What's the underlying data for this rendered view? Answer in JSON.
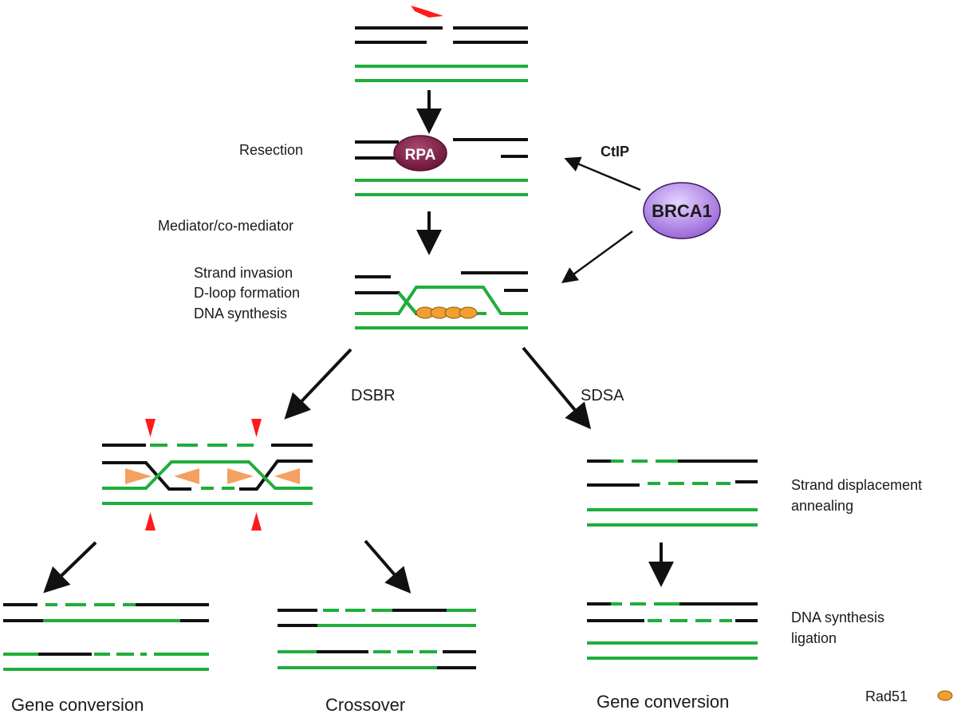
{
  "labels": {
    "resection": "Resection",
    "mediator": "Mediator/co-mediator",
    "strand_invasion": "Strand invasion",
    "dloop": "D-loop formation",
    "dna_synthesis": "DNA synthesis",
    "ctip": "CtIP",
    "rpa": "RPA",
    "brca1": "BRCA1",
    "dsbr": "DSBR",
    "sdsa": "SDSA",
    "strand_displacement": "Strand displacement",
    "annealing": "annealing",
    "dna_synthesis2": "DNA synthesis",
    "ligation": "ligation",
    "gene_conversion_left": "Gene conversion",
    "crossover": "Crossover",
    "gene_conversion_right": "Gene conversion",
    "rad51": "Rad51"
  },
  "colors": {
    "template_strand": "#1fae3c",
    "broken_strand": "#111111",
    "arrow": "#111111",
    "rpa": "#7a1e45",
    "brca1": "#b38ae6",
    "rad51": "#f0a030",
    "cut_site": "#ff1a1a",
    "junction_marker": "#f4a060"
  }
}
